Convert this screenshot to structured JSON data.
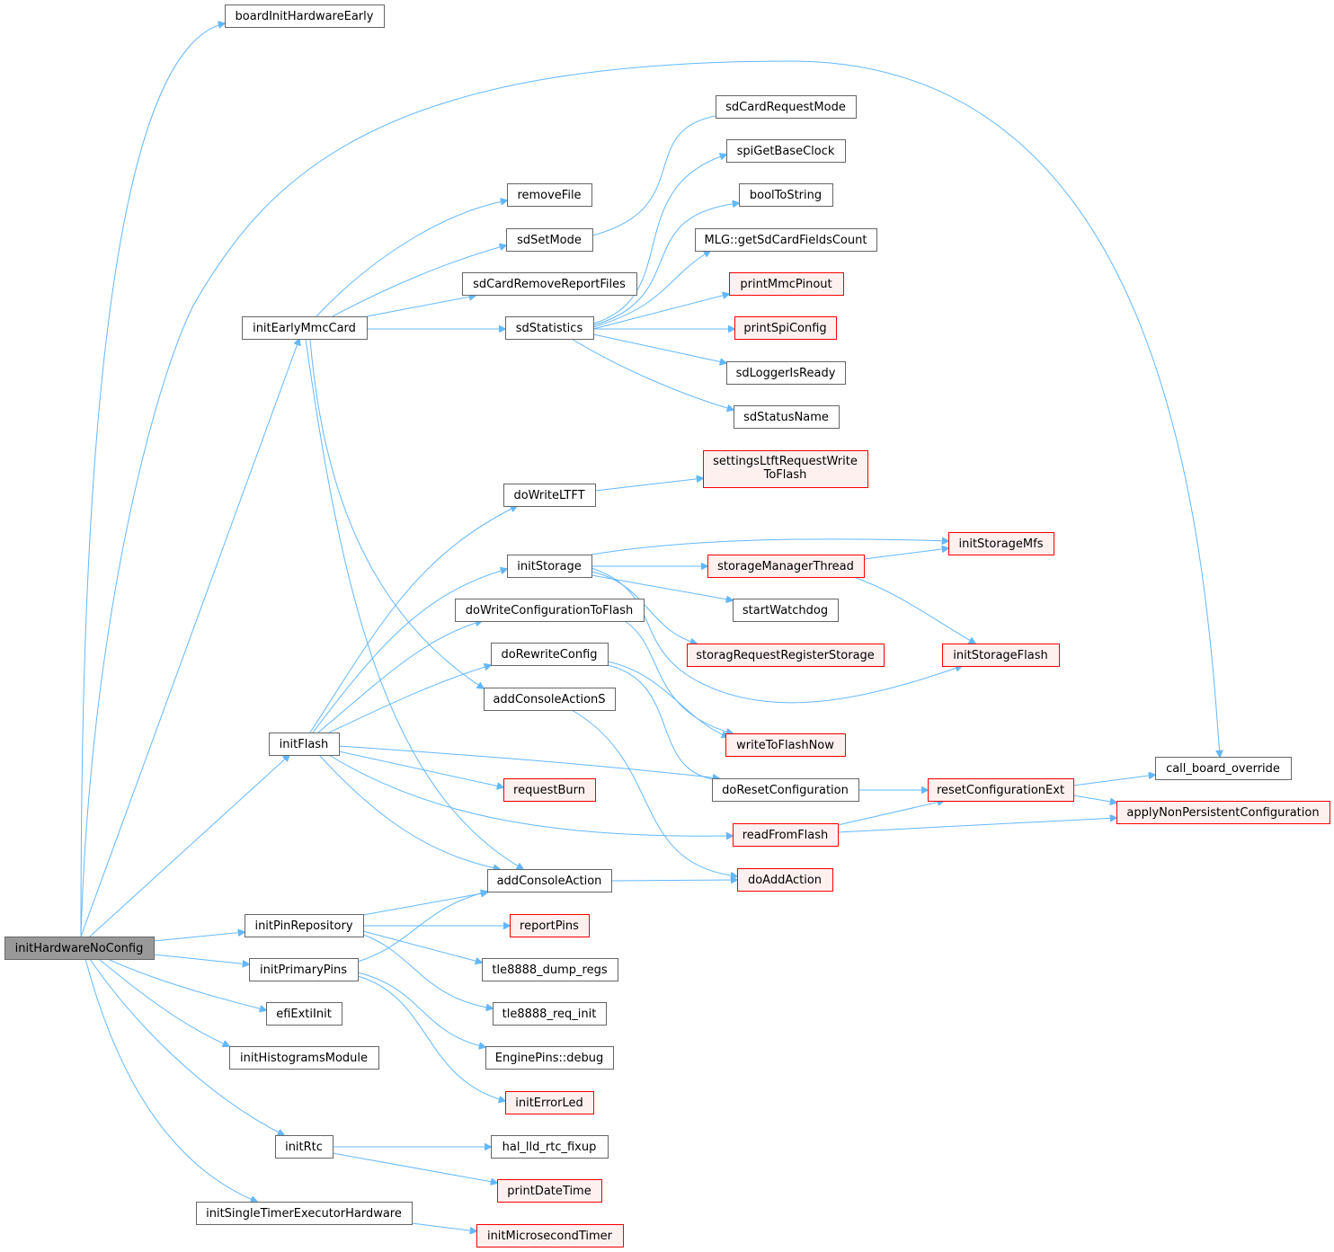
{
  "colors": {
    "edge": "#63b8ff",
    "root_fill": "#999999",
    "root_stroke": "#666666",
    "node_fill": "#ffffff",
    "node_stroke": "#666666",
    "truncated_fill": "#fff0f0",
    "truncated_stroke": "#ff0000"
  },
  "nodes": [
    {
      "id": "initHardwareNoConfig",
      "label": "initHardwareNoConfig",
      "style": "root"
    },
    {
      "id": "boardInitHardwareEarly",
      "label": "boardInitHardwareEarly",
      "style": "normal"
    },
    {
      "id": "call_board_override",
      "label": "call_board_override",
      "style": "normal"
    },
    {
      "id": "initEarlyMmcCard",
      "label": "initEarlyMmcCard",
      "style": "normal"
    },
    {
      "id": "addConsoleAction",
      "label": "addConsoleAction",
      "style": "normal"
    },
    {
      "id": "addConsoleActionS",
      "label": "addConsoleActionS",
      "style": "normal"
    },
    {
      "id": "removeFile",
      "label": "removeFile",
      "style": "normal"
    },
    {
      "id": "sdCardRemoveReportFiles",
      "label": "sdCardRemoveReportFiles",
      "style": "normal"
    },
    {
      "id": "sdSetMode",
      "label": "sdSetMode",
      "style": "normal"
    },
    {
      "id": "sdStatistics",
      "label": "sdStatistics",
      "style": "normal"
    },
    {
      "id": "sdCardRequestMode",
      "label": "sdCardRequestMode",
      "style": "normal"
    },
    {
      "id": "spiGetBaseClock",
      "label": "spiGetBaseClock",
      "style": "normal"
    },
    {
      "id": "boolToString",
      "label": "boolToString",
      "style": "normal"
    },
    {
      "id": "getSdCardFieldsCount",
      "label": "MLG::getSdCardFieldsCount",
      "style": "normal"
    },
    {
      "id": "printMmcPinout",
      "label": "printMmcPinout",
      "style": "truncated"
    },
    {
      "id": "printSpiConfig",
      "label": "printSpiConfig",
      "style": "truncated"
    },
    {
      "id": "sdLoggerIsReady",
      "label": "sdLoggerIsReady",
      "style": "normal"
    },
    {
      "id": "sdStatusName",
      "label": "sdStatusName",
      "style": "normal"
    },
    {
      "id": "initFlash",
      "label": "initFlash",
      "style": "normal"
    },
    {
      "id": "doWriteLTFT",
      "label": "doWriteLTFT",
      "style": "normal"
    },
    {
      "id": "settingsLtftRequestWriteToFlash",
      "label": "settingsLtftRequestWrite",
      "label2": "ToFlash",
      "style": "truncated"
    },
    {
      "id": "initStorage",
      "label": "initStorage",
      "style": "normal"
    },
    {
      "id": "initStorageMfs",
      "label": "initStorageMfs",
      "style": "truncated"
    },
    {
      "id": "storageManagerThread",
      "label": "storageManagerThread",
      "style": "truncated"
    },
    {
      "id": "startWatchdog",
      "label": "startWatchdog",
      "style": "normal"
    },
    {
      "id": "storagRequestRegisterStorage",
      "label": "storagRequestRegisterStorage",
      "style": "truncated"
    },
    {
      "id": "initStorageFlash",
      "label": "initStorageFlash",
      "style": "truncated"
    },
    {
      "id": "doWriteConfigurationToFlash",
      "label": "doWriteConfigurationToFlash",
      "style": "normal"
    },
    {
      "id": "writeToFlashNow",
      "label": "writeToFlashNow",
      "style": "truncated"
    },
    {
      "id": "doRewriteConfig",
      "label": "doRewriteConfig",
      "style": "normal"
    },
    {
      "id": "doResetConfiguration",
      "label": "doResetConfiguration",
      "style": "normal"
    },
    {
      "id": "resetConfigurationExt",
      "label": "resetConfigurationExt",
      "style": "truncated"
    },
    {
      "id": "applyNonPersistentConfiguration",
      "label": "applyNonPersistentConfiguration",
      "style": "truncated"
    },
    {
      "id": "readFromFlash",
      "label": "readFromFlash",
      "style": "truncated"
    },
    {
      "id": "requestBurn",
      "label": "requestBurn",
      "style": "truncated"
    },
    {
      "id": "doAddAction",
      "label": "doAddAction",
      "style": "truncated"
    },
    {
      "id": "initPinRepository",
      "label": "initPinRepository",
      "style": "normal"
    },
    {
      "id": "reportPins",
      "label": "reportPins",
      "style": "truncated"
    },
    {
      "id": "tle8888_dump_regs",
      "label": "tle8888_dump_regs",
      "style": "normal"
    },
    {
      "id": "tle8888_req_init",
      "label": "tle8888_req_init",
      "style": "normal"
    },
    {
      "id": "initPrimaryPins",
      "label": "initPrimaryPins",
      "style": "normal"
    },
    {
      "id": "EnginePins_debug",
      "label": "EnginePins::debug",
      "style": "normal"
    },
    {
      "id": "initErrorLed",
      "label": "initErrorLed",
      "style": "truncated"
    },
    {
      "id": "efiExtiInit",
      "label": "efiExtiInit",
      "style": "normal"
    },
    {
      "id": "initHistogramsModule",
      "label": "initHistogramsModule",
      "style": "normal"
    },
    {
      "id": "initRtc",
      "label": "initRtc",
      "style": "normal"
    },
    {
      "id": "hal_lld_rtc_fixup",
      "label": "hal_lld_rtc_fixup",
      "style": "normal"
    },
    {
      "id": "printDateTime",
      "label": "printDateTime",
      "style": "truncated"
    },
    {
      "id": "initSingleTimerExecutorHardware",
      "label": "initSingleTimerExecutorHardware",
      "style": "normal"
    },
    {
      "id": "initMicrosecondTimer",
      "label": "initMicrosecondTimer",
      "style": "truncated"
    }
  ],
  "edges": [
    [
      "initHardwareNoConfig",
      "boardInitHardwareEarly"
    ],
    [
      "initHardwareNoConfig",
      "call_board_override"
    ],
    [
      "initHardwareNoConfig",
      "initEarlyMmcCard"
    ],
    [
      "initHardwareNoConfig",
      "initFlash"
    ],
    [
      "initHardwareNoConfig",
      "initPinRepository"
    ],
    [
      "initHardwareNoConfig",
      "initPrimaryPins"
    ],
    [
      "initHardwareNoConfig",
      "efiExtiInit"
    ],
    [
      "initHardwareNoConfig",
      "initHistogramsModule"
    ],
    [
      "initHardwareNoConfig",
      "initRtc"
    ],
    [
      "initHardwareNoConfig",
      "initSingleTimerExecutorHardware"
    ],
    [
      "initEarlyMmcCard",
      "removeFile"
    ],
    [
      "initEarlyMmcCard",
      "sdSetMode"
    ],
    [
      "initEarlyMmcCard",
      "sdCardRemoveReportFiles"
    ],
    [
      "initEarlyMmcCard",
      "sdStatistics"
    ],
    [
      "initEarlyMmcCard",
      "addConsoleActionS"
    ],
    [
      "initEarlyMmcCard",
      "addConsoleAction"
    ],
    [
      "sdSetMode",
      "sdCardRequestMode"
    ],
    [
      "sdStatistics",
      "spiGetBaseClock"
    ],
    [
      "sdStatistics",
      "boolToString"
    ],
    [
      "sdStatistics",
      "getSdCardFieldsCount"
    ],
    [
      "sdStatistics",
      "printMmcPinout"
    ],
    [
      "sdStatistics",
      "printSpiConfig"
    ],
    [
      "sdStatistics",
      "sdLoggerIsReady"
    ],
    [
      "sdStatistics",
      "sdStatusName"
    ],
    [
      "initFlash",
      "doWriteLTFT"
    ],
    [
      "initFlash",
      "initStorage"
    ],
    [
      "initFlash",
      "doWriteConfigurationToFlash"
    ],
    [
      "initFlash",
      "doRewriteConfig"
    ],
    [
      "initFlash",
      "doResetConfiguration"
    ],
    [
      "initFlash",
      "requestBurn"
    ],
    [
      "initFlash",
      "readFromFlash"
    ],
    [
      "initFlash",
      "addConsoleAction"
    ],
    [
      "doWriteLTFT",
      "settingsLtftRequestWriteToFlash"
    ],
    [
      "initStorage",
      "initStorageMfs"
    ],
    [
      "initStorage",
      "storageManagerThread"
    ],
    [
      "initStorage",
      "startWatchdog"
    ],
    [
      "initStorage",
      "storagRequestRegisterStorage"
    ],
    [
      "initStorage",
      "initStorageFlash"
    ],
    [
      "storageManagerThread",
      "initStorageMfs"
    ],
    [
      "storageManagerThread",
      "initStorageFlash"
    ],
    [
      "doWriteConfigurationToFlash",
      "writeToFlashNow"
    ],
    [
      "doRewriteConfig",
      "writeToFlashNow"
    ],
    [
      "doRewriteConfig",
      "doResetConfiguration"
    ],
    [
      "addConsoleActionS",
      "doAddAction"
    ],
    [
      "doResetConfiguration",
      "resetConfigurationExt"
    ],
    [
      "resetConfigurationExt",
      "call_board_override"
    ],
    [
      "resetConfigurationExt",
      "applyNonPersistentConfiguration"
    ],
    [
      "readFromFlash",
      "resetConfigurationExt"
    ],
    [
      "readFromFlash",
      "applyNonPersistentConfiguration"
    ],
    [
      "addConsoleAction",
      "doAddAction"
    ],
    [
      "initPinRepository",
      "addConsoleAction"
    ],
    [
      "initPinRepository",
      "reportPins"
    ],
    [
      "initPinRepository",
      "tle8888_dump_regs"
    ],
    [
      "initPinRepository",
      "tle8888_req_init"
    ],
    [
      "initPrimaryPins",
      "addConsoleAction"
    ],
    [
      "initPrimaryPins",
      "EnginePins_debug"
    ],
    [
      "initPrimaryPins",
      "initErrorLed"
    ],
    [
      "initRtc",
      "hal_lld_rtc_fixup"
    ],
    [
      "initRtc",
      "printDateTime"
    ],
    [
      "initSingleTimerExecutorHardware",
      "initMicrosecondTimer"
    ]
  ]
}
